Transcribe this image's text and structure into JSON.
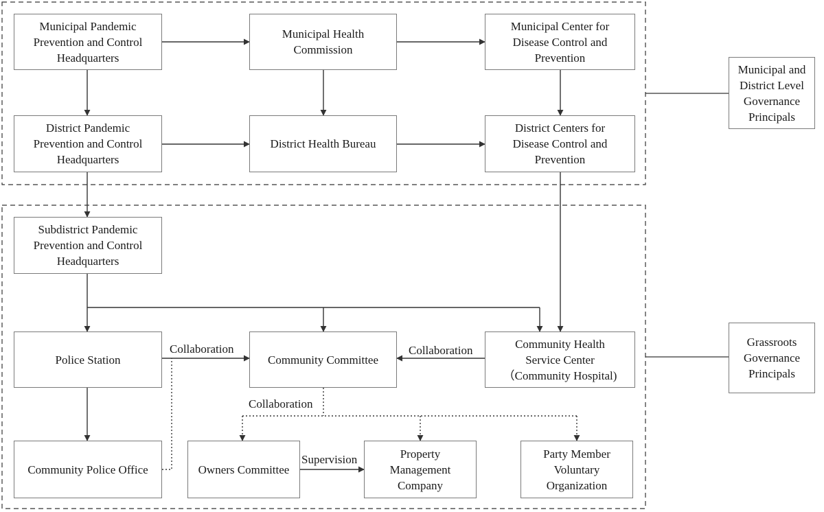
{
  "nodes": {
    "municipal_hq": "Municipal Pandemic\nPrevention and Control\nHeadquarters",
    "municipal_health": "Municipal Health\nCommission",
    "municipal_cdc": "Municipal Center for\nDisease Control and\nPrevention",
    "district_hq": "District Pandemic\nPrevention and Control\nHeadquarters",
    "district_health": "District Health Bureau",
    "district_cdc": "District Centers for\nDisease Control and\nPrevention",
    "subdistrict_hq": "Subdistrict Pandemic\nPrevention and Control\nHeadquarters",
    "police_station": "Police Station",
    "community_committee": "Community Committee",
    "community_health": "Community Health\nService Center\n（Community Hospital)",
    "community_police": "Community Police Office",
    "owners_committee": "Owners Committee",
    "property_company": "Property\nManagement\nCompany",
    "party_org": "Party Member\nVoluntary\nOrganization"
  },
  "groups": {
    "upper": "Municipal and\nDistrict Level\nGovernance\nPrincipals",
    "lower": "Grassroots\nGovernance\nPrincipals"
  },
  "edge_labels": {
    "police_to_committee": "Collaboration",
    "hospital_to_committee": "Collaboration",
    "committee_to_groups": "Collaboration",
    "owners_to_property": "Supervision"
  }
}
